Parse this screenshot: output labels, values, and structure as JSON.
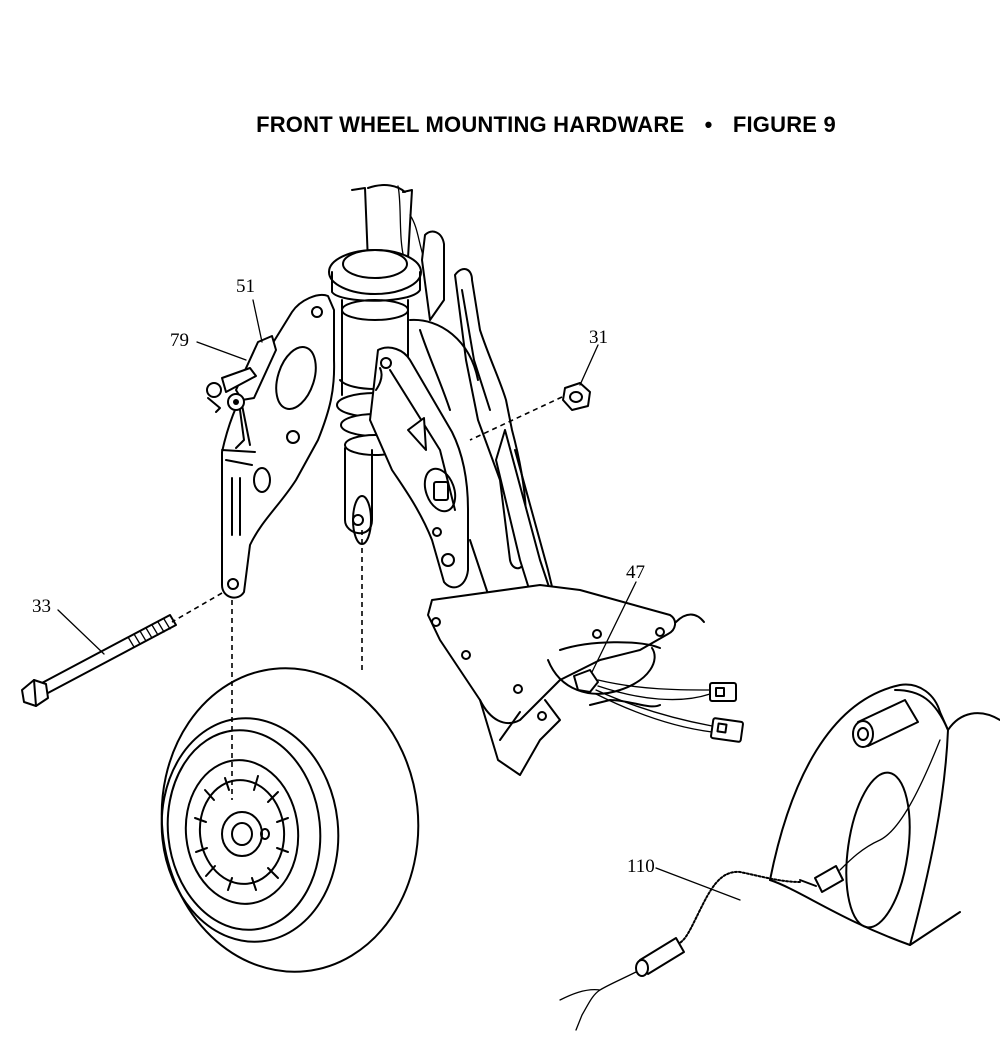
{
  "figure": {
    "title": "FRONT WHEEL MOUNTING HARDWARE",
    "separator": "•",
    "figure_label": "FIGURE 9"
  },
  "callouts": [
    "51",
    "79",
    "31",
    "47",
    "33",
    "110"
  ],
  "parts_diagram": {
    "parts": [
      {
        "id": "51"
      },
      {
        "id": "79"
      },
      {
        "id": "31"
      },
      {
        "id": "47"
      },
      {
        "id": "33"
      },
      {
        "id": "110"
      }
    ]
  }
}
